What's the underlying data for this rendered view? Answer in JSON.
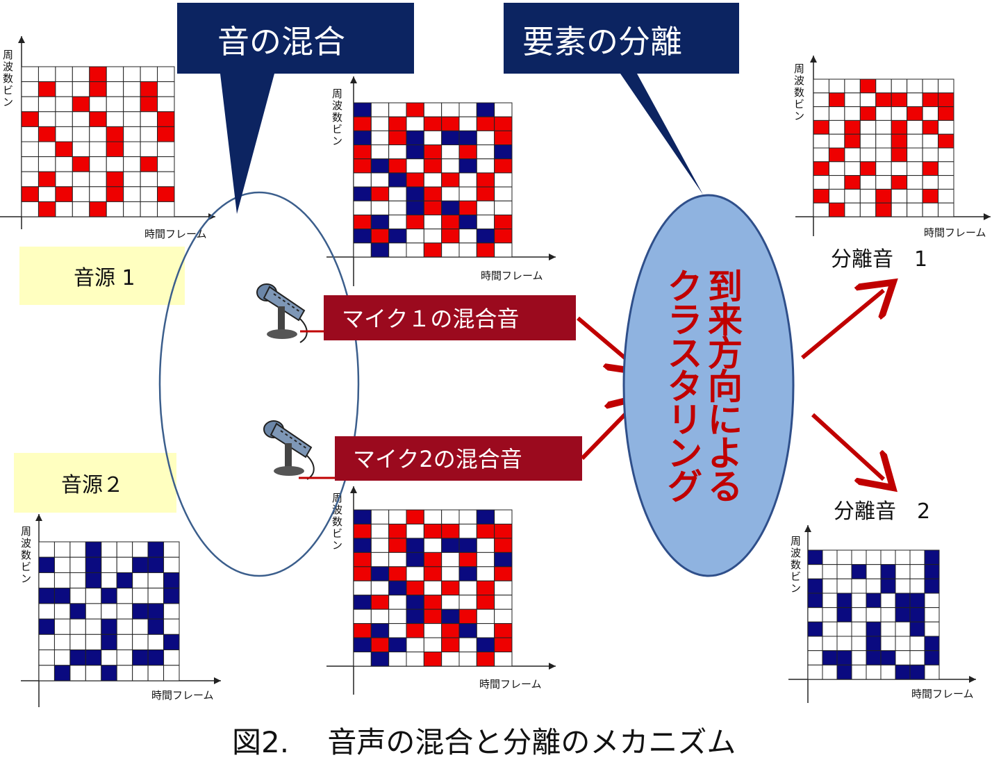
{
  "colors": {
    "red": "#ee0000",
    "blue": "#0a0a80",
    "navy_callout": "#0c2461",
    "mic_box": "#9b0a1e",
    "source_box": "#ffffc0",
    "cluster_fill": "#8fb3e0",
    "cluster_stroke": "#2f4f8a",
    "arrow": "#c00000"
  },
  "callouts": {
    "mix": "音の混合",
    "separate": "要素の分離"
  },
  "axes": {
    "x_label": "時間フレーム",
    "y_label": [
      "周",
      "波",
      "数",
      "ビ",
      "ン"
    ]
  },
  "sources": {
    "source1": "音源 1",
    "source2": "音源２"
  },
  "mics": {
    "mic1": "マイク１の混合音",
    "mic2": "マイク2の混合音"
  },
  "cluster": {
    "col_right": [
      "到",
      "来",
      "方",
      "向",
      "に",
      "よ",
      "る"
    ],
    "col_left": [
      "ク",
      "ラ",
      "ス",
      "タ",
      "リ",
      "ン",
      "グ"
    ]
  },
  "separated": {
    "sep1": "分離音　1",
    "sep2": "分離音　2"
  },
  "caption": "図2.　 音声の混合と分離のメカニズム",
  "grids": {
    "source1_red": [
      "....R....",
      ".R..R..R.",
      "...R...R.",
      "R...R...R",
      ".R...R..R",
      "..R..R...",
      "...R...R.",
      ".R...R...",
      "R.R..R..R",
      ".R..R...."
    ],
    "source2_blue": [
      "...B...B.",
      "B..B..BB.",
      "...B.B..B",
      "BB..B...B",
      "..B...BB.",
      "B...B..B.",
      "....B...B",
      "..BB..BB.",
      ".B..B...."
    ],
    "mix1": [
      "B..R...B.",
      "R.R.RR.RR",
      "B.RB.BB.R",
      "R..BR.R.B",
      "RBR.R.B.R",
      "..BR.R.R.",
      "BR.BR..R.",
      "...BRBR..",
      "RB.R.RB.R",
      "BRB..R.BR",
      ".B..R..R."
    ],
    "mix2": [
      "B..R...B.",
      "R.R.RR.RR",
      "B.RB.BB.R",
      "R..BR.R.B",
      "RBR.R.B.R",
      "..BR.R.R.",
      "BR.BR..R.",
      "...BRBR..",
      "RB.R.RB.R",
      "BRB..R.BR",
      ".B..R..R."
    ],
    "sep1_red": [
      "...R.....",
      ".R..RR.RR",
      "...R..R.R",
      "R.R..R.R.",
      "..R..R..R",
      ".R...R...",
      "R..R...R.",
      "..R..R...",
      "R...R..R.",
      ".R..R...."
    ],
    "sep2_blue": [
      "B.......B",
      "...B.B..B",
      "B....B..B",
      "B.B.B.BB.",
      "..B...BB.",
      "B...B..B.",
      "....B...B",
      ".BB.BB..B",
      "..B...BB."
    ]
  }
}
